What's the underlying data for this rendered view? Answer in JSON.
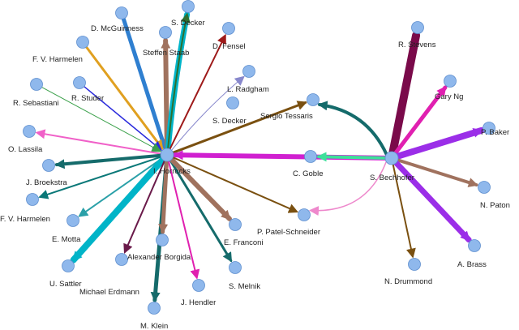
{
  "diagram": {
    "type": "network",
    "nodes": [
      {
        "id": "hub",
        "label": "I. Horrocks"
      },
      {
        "id": "bechhofer",
        "label": "S. Bechhofer"
      },
      {
        "id": "mcguinness",
        "label": "D. McGuinness"
      },
      {
        "id": "decker",
        "label": "S. Decker"
      },
      {
        "id": "staab",
        "label": "Steffen Staab"
      },
      {
        "id": "fensel",
        "label": "D. Fensel"
      },
      {
        "id": "harmelen1",
        "label": "F. V. Harmelen"
      },
      {
        "id": "broekstra",
        "label": "R. Studer"
      },
      {
        "id": "schweigert",
        "label": "R. Sebastiani"
      },
      {
        "id": "lassila",
        "label": "O. Lassila"
      },
      {
        "id": "brokstra2",
        "label": "J. Broekstra"
      },
      {
        "id": "harmelen2",
        "label": "F. V. Harmelen"
      },
      {
        "id": "motta",
        "label": "E. Motta"
      },
      {
        "id": "sattler",
        "label": "U. Sattler"
      },
      {
        "id": "erdmann",
        "label": "Michael Erdmann"
      },
      {
        "id": "klein",
        "label": "M. Klein"
      },
      {
        "id": "borgida",
        "label": "Alexander Borgida"
      },
      {
        "id": "hendler",
        "label": "J. Hendler"
      },
      {
        "id": "melnik",
        "label": "S. Melnik"
      },
      {
        "id": "franconi",
        "label": "E. Franconi"
      },
      {
        "id": "patel",
        "label": "P. Patel-Schneider"
      },
      {
        "id": "goble",
        "label": "C. Goble"
      },
      {
        "id": "tessaris",
        "label": "Sergio Tessaris"
      },
      {
        "id": "radgham",
        "label": "L. Radgham"
      },
      {
        "id": "decker2",
        "label": "S. Decker"
      },
      {
        "id": "stevens",
        "label": "R. Stevens"
      },
      {
        "id": "ng",
        "label": "Gary Ng"
      },
      {
        "id": "baker",
        "label": "P. Baker"
      },
      {
        "id": "paton",
        "label": "N. Paton"
      },
      {
        "id": "brass",
        "label": "A. Brass"
      },
      {
        "id": "drummond",
        "label": "N. Drummond"
      }
    ],
    "edges": [
      {
        "from": "mcguinness",
        "to": "hub",
        "color": "#2f7fd0",
        "weight": 5
      },
      {
        "from": "hub",
        "to": "staab",
        "color": "#a0725e",
        "weight": 6
      },
      {
        "from": "hub",
        "to": "decker",
        "color": "#00b4c8",
        "weight": 7
      },
      {
        "from": "hub",
        "to": "fensel",
        "color": "#9e1a1a",
        "weight": 2
      },
      {
        "from": "hub",
        "to": "decker",
        "color": "#2f6f2f",
        "weight": 2
      },
      {
        "from": "harmelen1",
        "to": "hub",
        "color": "#e0a020",
        "weight": 3
      },
      {
        "from": "broekstra",
        "to": "hub",
        "color": "#2a2adc",
        "weight": 1.5
      },
      {
        "from": "schweigert",
        "to": "hub",
        "color": "#3aa04a",
        "weight": 1
      },
      {
        "from": "hub",
        "to": "lassila",
        "color": "#f060c8",
        "weight": 2
      },
      {
        "from": "hub",
        "to": "brokstra2",
        "color": "#156b6b",
        "weight": 4
      },
      {
        "from": "hub",
        "to": "harmelen2",
        "color": "#0a7878",
        "weight": 2
      },
      {
        "from": "hub",
        "to": "motta",
        "color": "#2aa0a8",
        "weight": 2
      },
      {
        "from": "hub",
        "to": "sattler",
        "color": "#00b4c8",
        "weight": 8
      },
      {
        "from": "hub",
        "to": "erdmann",
        "color": "#6a1a4a",
        "weight": 2
      },
      {
        "from": "hub",
        "to": "klein",
        "color": "#156b6b",
        "weight": 5
      },
      {
        "from": "hub",
        "to": "borgida",
        "color": "#a0725e",
        "weight": 5
      },
      {
        "from": "hub",
        "to": "hendler",
        "color": "#e020b0",
        "weight": 2
      },
      {
        "from": "hub",
        "to": "melnik",
        "color": "#156b6b",
        "weight": 3
      },
      {
        "from": "hub",
        "to": "franconi",
        "color": "#a0725e",
        "weight": 6
      },
      {
        "from": "hub",
        "to": "patel",
        "color": "#7a5010",
        "weight": 2
      },
      {
        "from": "hub",
        "to": "tessaris",
        "color": "#7a5010",
        "weight": 3
      },
      {
        "from": "hub",
        "to": "radgham",
        "color": "#8888cc",
        "weight": 1
      },
      {
        "from": "bechhofer",
        "to": "hub",
        "color": "#d020d0",
        "weight": 6
      },
      {
        "from": "bechhofer",
        "to": "goble",
        "color": "#3de09a",
        "weight": 4
      },
      {
        "from": "bechhofer",
        "to": "tessaris",
        "color": "#156b6b",
        "weight": 4
      },
      {
        "from": "bechhofer",
        "to": "patel",
        "color": "#ee88cc",
        "weight": 1.5
      },
      {
        "from": "bechhofer",
        "to": "stevens",
        "color": "#7a0a4a",
        "weight": 10
      },
      {
        "from": "bechhofer",
        "to": "ng",
        "color": "#e020b0",
        "weight": 5
      },
      {
        "from": "bechhofer",
        "to": "baker",
        "color": "#9b2ee8",
        "weight": 8
      },
      {
        "from": "bechhofer",
        "to": "paton",
        "color": "#a0725e",
        "weight": 4
      },
      {
        "from": "bechhofer",
        "to": "brass",
        "color": "#9b2ee8",
        "weight": 7
      },
      {
        "from": "bechhofer",
        "to": "drummond",
        "color": "#7a5010",
        "weight": 2
      }
    ]
  }
}
